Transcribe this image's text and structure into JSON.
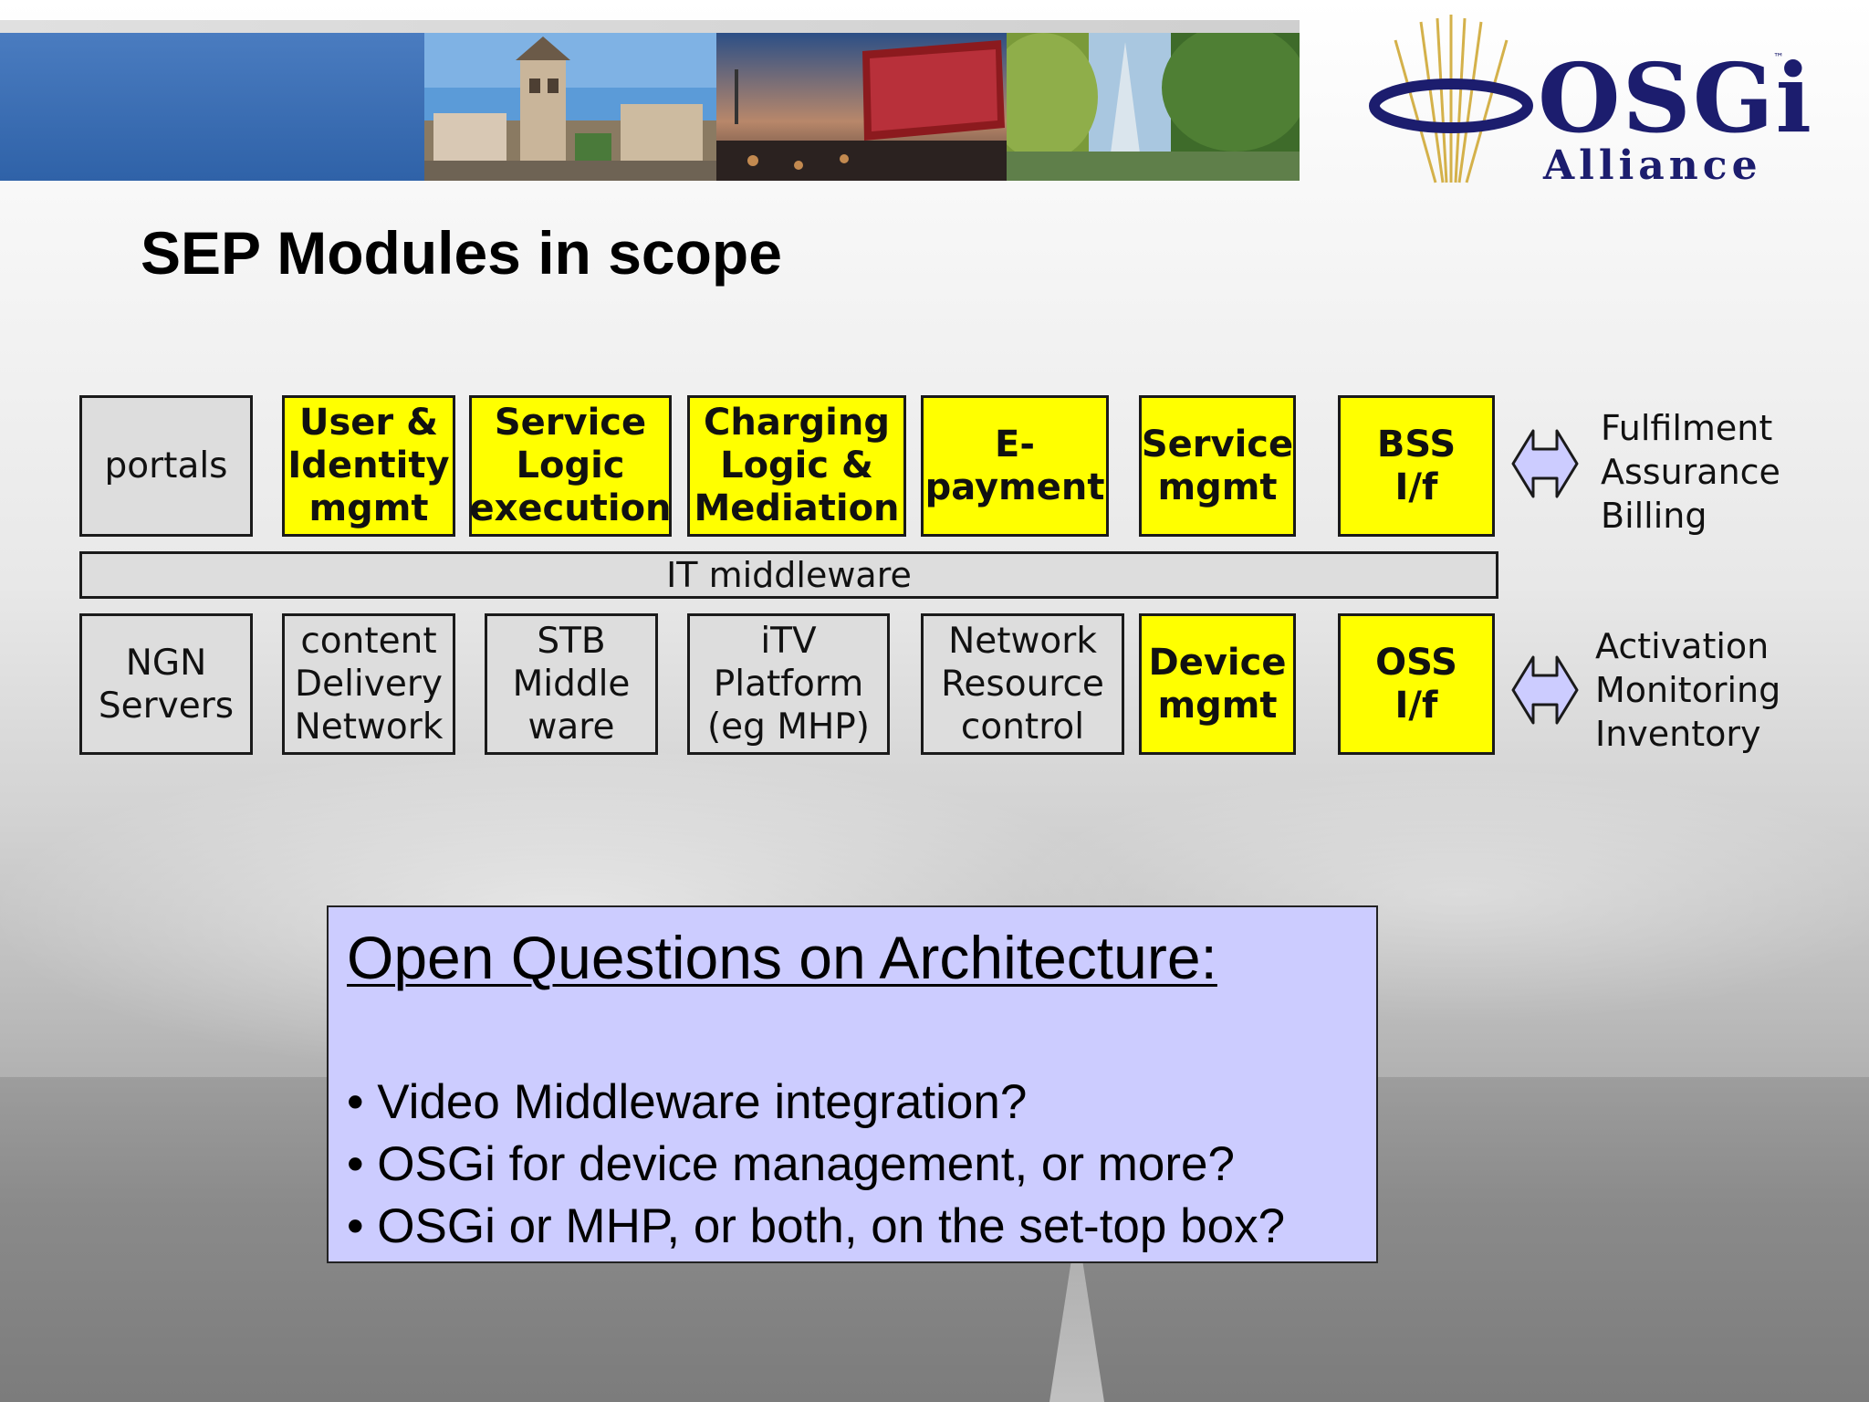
{
  "header": {
    "logo_text": "OSGi",
    "logo_subtext": "Alliance",
    "logo_tm": "™"
  },
  "title": "SEP Modules in scope",
  "top_row": [
    {
      "label": "portals",
      "style": "gray"
    },
    {
      "label": "User &\nIdentity\nmgmt",
      "style": "yellow"
    },
    {
      "label": "Service\nLogic\nexecution",
      "style": "yellow"
    },
    {
      "label": "Charging\nLogic &\nMediation",
      "style": "yellow"
    },
    {
      "label": "E-\npayment",
      "style": "yellow"
    },
    {
      "label": "Service\nmgmt",
      "style": "yellow"
    },
    {
      "label": "BSS\nI/f",
      "style": "yellow"
    }
  ],
  "middleware": "IT middleware",
  "bottom_row": [
    {
      "label": "NGN\nServers",
      "style": "gray"
    },
    {
      "label": "content\nDelivery\nNetwork",
      "style": "gray"
    },
    {
      "label": "STB\nMiddle\nware",
      "style": "gray"
    },
    {
      "label": "iTV\nPlatform\n(eg MHP)",
      "style": "gray"
    },
    {
      "label": "Network\nResource\ncontrol",
      "style": "gray"
    },
    {
      "label": "Device\nmgmt",
      "style": "yellow"
    },
    {
      "label": "OSS\nI/f",
      "style": "yellow"
    }
  ],
  "bss_functions": [
    "Fulfilment",
    "Assurance",
    "Billing"
  ],
  "oss_functions": [
    "Activation",
    "Monitoring",
    "Inventory"
  ],
  "colors": {
    "highlight": "#ffff00",
    "neutral": "#dddddd",
    "question_box": "#ccccff",
    "logo": "#1c1d6e"
  },
  "questions": {
    "title": "Open Questions on Architecture:",
    "items": [
      "Video Middleware integration?",
      "OSGi for device management, or more?",
      "OSGi or MHP, or both, on the set-top box?"
    ]
  }
}
